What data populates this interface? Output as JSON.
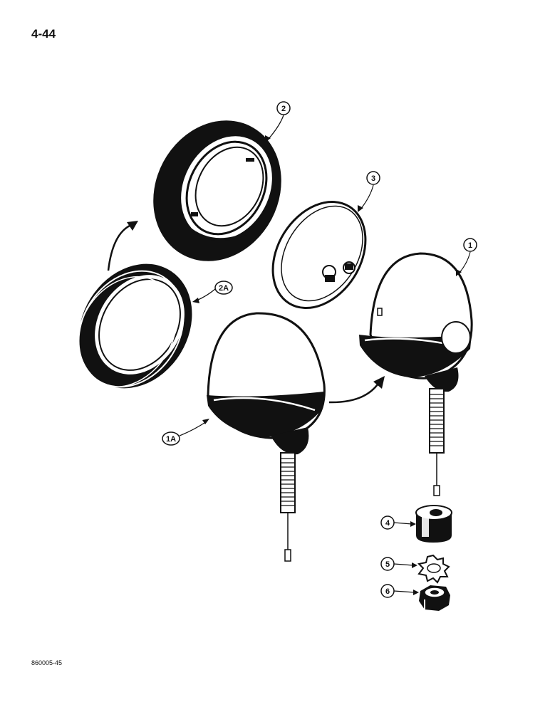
{
  "page_number": "4-44",
  "figure_code": "860005-45",
  "callouts": [
    {
      "id": "2",
      "label": "2"
    },
    {
      "id": "3",
      "label": "3"
    },
    {
      "id": "1",
      "label": "1"
    },
    {
      "id": "2A",
      "label": "2A"
    },
    {
      "id": "1A",
      "label": "1A"
    },
    {
      "id": "4",
      "label": "4"
    },
    {
      "id": "5",
      "label": "5"
    },
    {
      "id": "6",
      "label": "6"
    }
  ]
}
